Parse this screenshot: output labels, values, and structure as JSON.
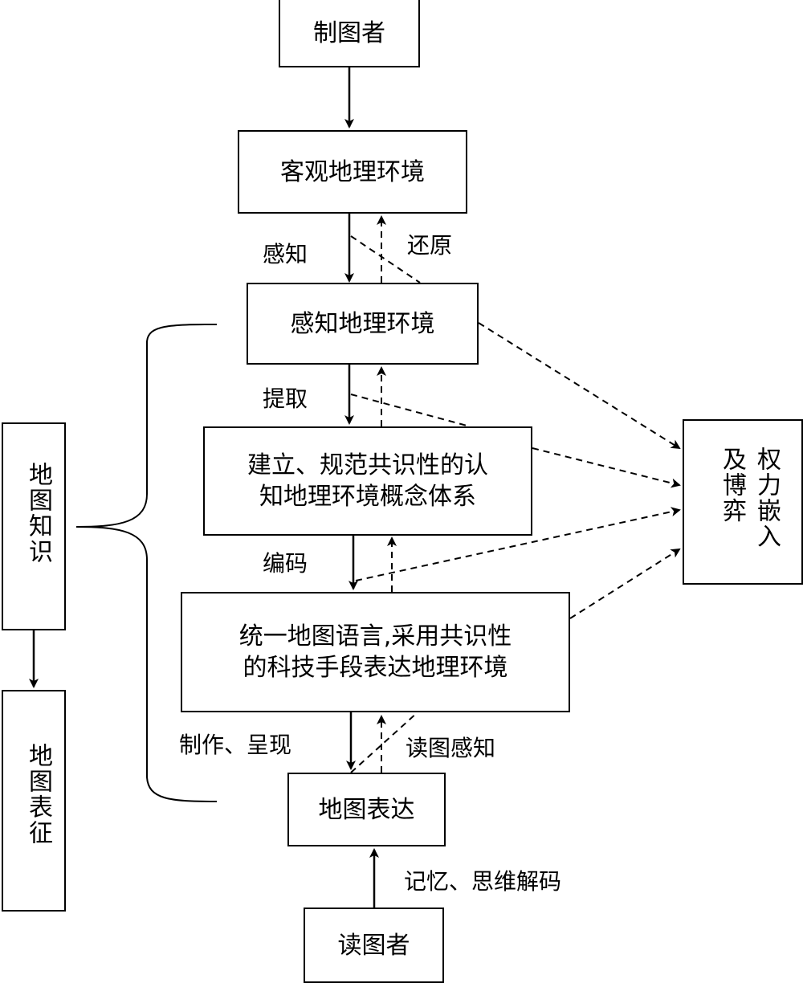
{
  "nodes": {
    "mapmaker": "制图者",
    "objective_env": "客观地理环境",
    "perceived_env": "感知地理环境",
    "concept_line1": "建立、规范共识性的认",
    "concept_line2": "知地理环境概念体系",
    "language_line1": "统一地图语言,采用共识性",
    "language_line2": "的科技手段表达地理环境",
    "map_expression": "地图表达",
    "map_reader": "读图者",
    "map_knowledge": "地图知识",
    "map_representation": "地图表征",
    "power_col1": "权力嵌入",
    "power_col2": "及博弈"
  },
  "edge_labels": {
    "perceive": "感知",
    "restore": "还原",
    "extract": "提取",
    "encode": "编码",
    "produce_present": "制作、呈现",
    "read_perceive": "读图感知",
    "memory_decode": "记忆、思维解码"
  }
}
